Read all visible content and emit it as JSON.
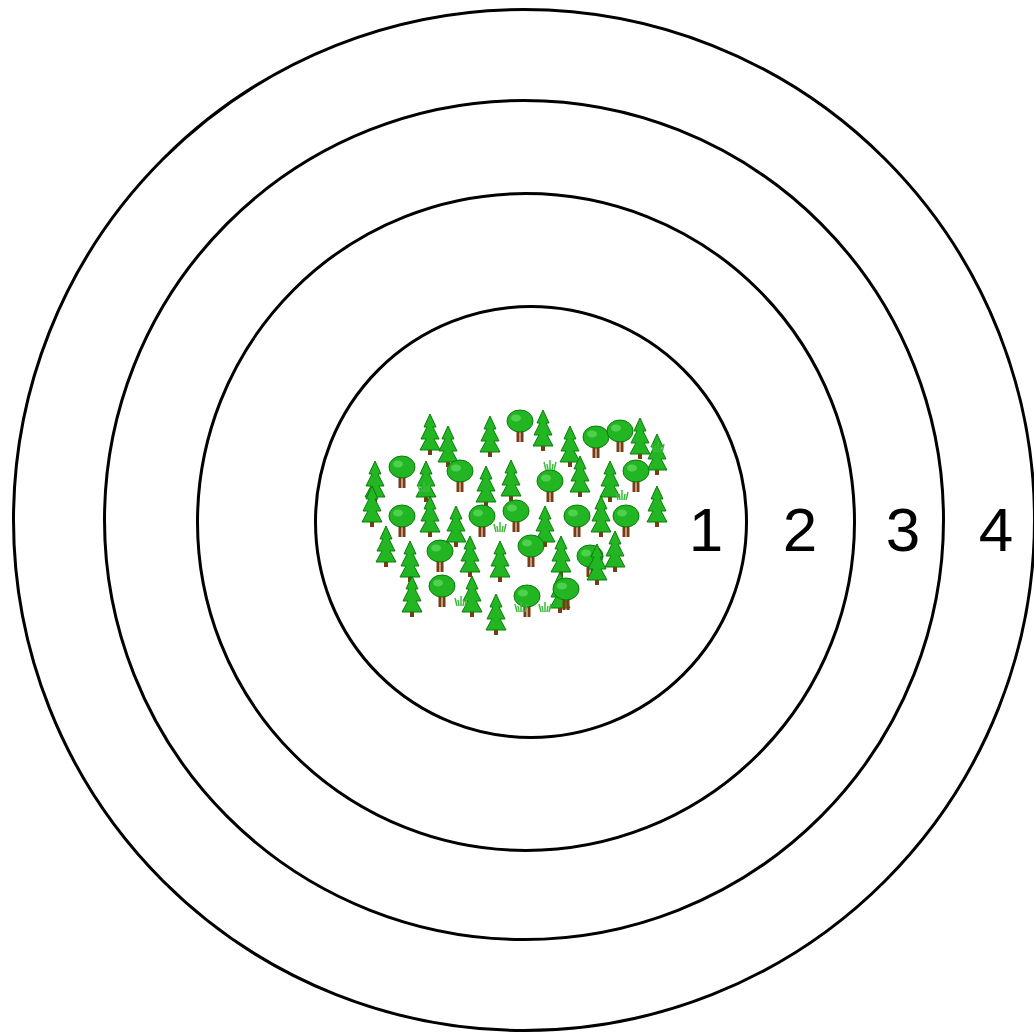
{
  "diagram": {
    "nodes": [
      {
        "text": [
          "4"
        ]
      },
      {
        "text": [
          "3"
        ],
        "in": 0
      },
      {
        "text": [
          "2"
        ],
        "in": 1
      },
      {
        "text": [
          "1"
        ],
        "in": 2
      }
    ]
  }
}
